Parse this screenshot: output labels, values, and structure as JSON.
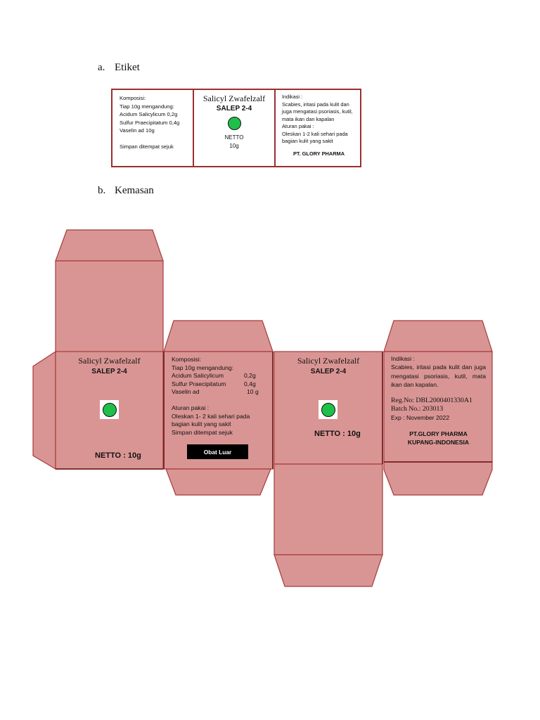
{
  "sections": {
    "etiket": {
      "letter": "a.",
      "title": "Etiket"
    },
    "kemasan": {
      "letter": "b.",
      "title": "Kemasan"
    }
  },
  "colors": {
    "box_fill": "#d99594",
    "box_stroke": "#a63b3b",
    "dot": "#1fbf4a",
    "label_border": "#9b2f2f"
  },
  "etiket": {
    "komposisi_title": "Komposisi:",
    "komposisi_lines": [
      "Tiap 10g mengandung:",
      "Acidum Salicylicum  0,2g",
      "Sulfur Praecipitatum  0,4g",
      "Vaselin ad 10g"
    ],
    "storage": "Simpan ditempat sejuk",
    "brand": "Salicyl Zwafelzalf",
    "product": "SALEP 2-4",
    "netto_label": "NETTO",
    "netto_value": "10g",
    "indikasi_title": "Indikasi :",
    "indikasi_text": "Scabies, iritasi pada kulit dan juga mengatasi psoriasis, kutil, mata ikan dan kapalan",
    "aturan_title": "Aturan pakai :",
    "aturan_text": "Oleskan 1-2 kali sehari pada bagian kulit yang sakit",
    "company": "PT. GLORY PHARMA"
  },
  "kemasan": {
    "front": {
      "brand": "Salicyl Zwafelzalf",
      "product": "SALEP 2-4",
      "netto": "NETTO : 10g",
      "dot_icon": "green-circle-icon"
    },
    "side_left": {
      "komposisi_title": "Komposisi:",
      "line1": "Tiap 10g mengandung:",
      "items": [
        {
          "name": "Acidum Salicylicum",
          "qty": "0,2g"
        },
        {
          "name": "Sulfur Praecipitatum",
          "qty": "0,4g"
        },
        {
          "name": "Vaselin ad",
          "qty": "10 g"
        }
      ],
      "aturan_title": "Aturan pakai :",
      "aturan_lines": [
        "Oleskan 1- 2 kali sehari pada",
        "bagian kulit  yang sakit"
      ],
      "storage": "Simpan  ditempat  sejuk",
      "badge": "Obat Luar"
    },
    "back": {
      "brand": "Salicyl Zwafelzalf",
      "product": "SALEP 2-4",
      "netto": "NETTO : 10g",
      "dot_icon": "green-circle-icon"
    },
    "side_right": {
      "indikasi_title": "Indikasi :",
      "indikasi_text": "Scabies, iritasi pada kulit dan juga mengatasi psoriasis, kutil, mata ikan dan kapalan.",
      "reg": "Reg.No: DBL2000401330A1",
      "batch": "Batch No.: 203013",
      "exp": "Exp : November 2022",
      "company": "PT.GLORY PHARMA",
      "location": "KUPANG-INDONESIA"
    }
  }
}
